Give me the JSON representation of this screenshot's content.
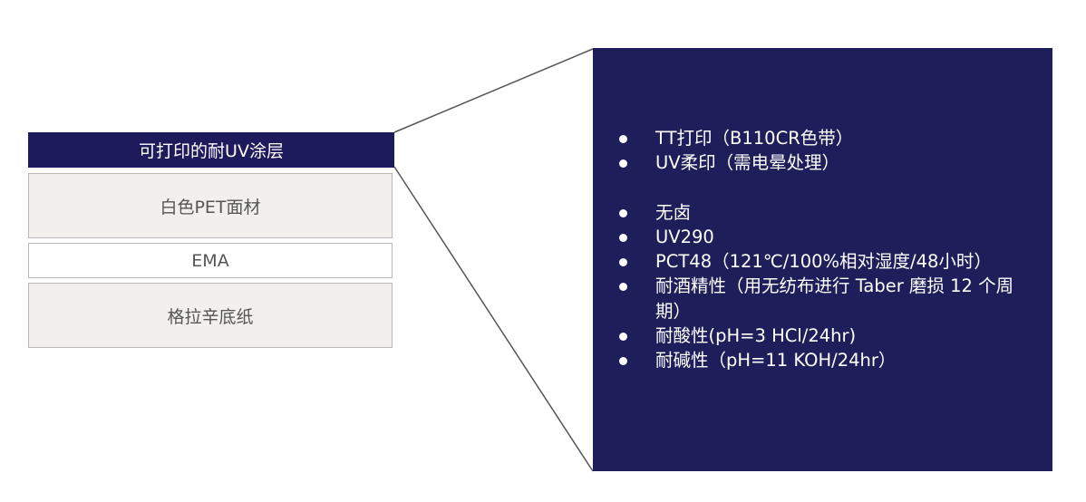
{
  "layers": [
    {
      "label": "可打印的耐UV涂层"
    },
    {
      "label": "白色PET面材"
    },
    {
      "label": "EMA"
    },
    {
      "label": "格拉辛底纸"
    }
  ],
  "details": {
    "printing": [
      "TT打印（B110CR色带）",
      "UV柔印（需电晕处理）"
    ],
    "properties": [
      "无卤",
      "UV290",
      "PCT48（121℃/100%相对湿度/48小时）",
      "耐酒精性（用无纺布进行 Taber 磨损 12 个周期）",
      "耐酸性(pH=3 HCl/24hr)",
      "耐碱性（pH=11 KOH/24hr）"
    ]
  },
  "colors": {
    "accent": "#1e1b5c",
    "panel": "#1e1f5a",
    "layer_fill": "#f1f0ec"
  }
}
